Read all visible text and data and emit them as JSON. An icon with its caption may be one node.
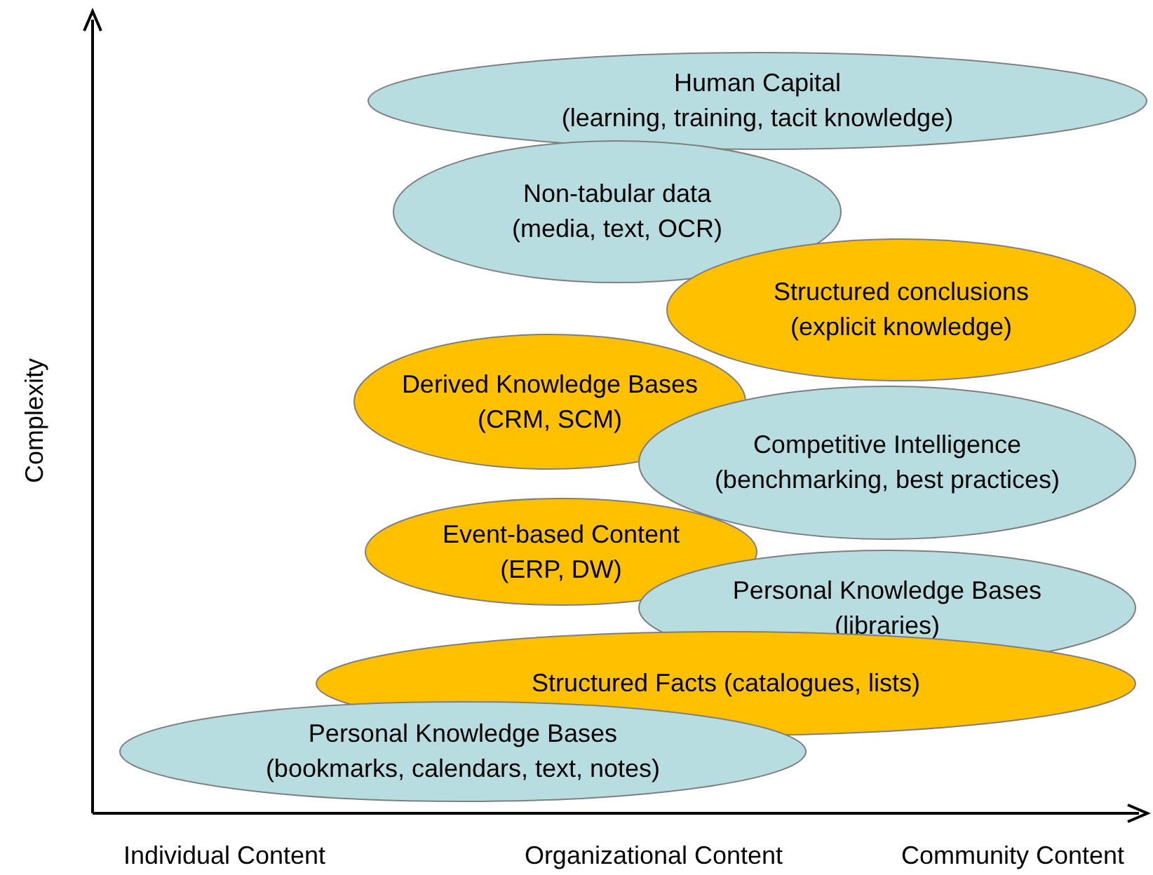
{
  "diagram": {
    "nodes": [
      {
        "text": [
          "Human Capital",
          "(learning, training, tacit knowledge)"
        ]
      },
      {
        "text": [
          "Non-tabular data",
          "(media, text, OCR)"
        ]
      },
      {
        "text": [
          "Structured conclusions",
          "(explicit knowledge)"
        ]
      },
      {
        "text": [
          "Derived Knowledge Bases",
          "(CRM, SCM)"
        ]
      },
      {
        "text": [
          "Competitive Intelligence",
          "(benchmarking, best practices)"
        ]
      },
      {
        "text": [
          "Event-based Content",
          "(ERP, DW)"
        ]
      },
      {
        "text": [
          "Personal Knowledge Bases",
          "(libraries)"
        ]
      },
      {
        "text": [
          "Structured Facts (catalogues, lists)"
        ]
      },
      {
        "text": [
          "Personal Knowledge Bases",
          "(bookmarks, calendars, text, notes)"
        ]
      }
    ],
    "labels": [
      "Complexity",
      "Individual Content",
      "Organizational Content",
      "Community Content"
    ]
  }
}
